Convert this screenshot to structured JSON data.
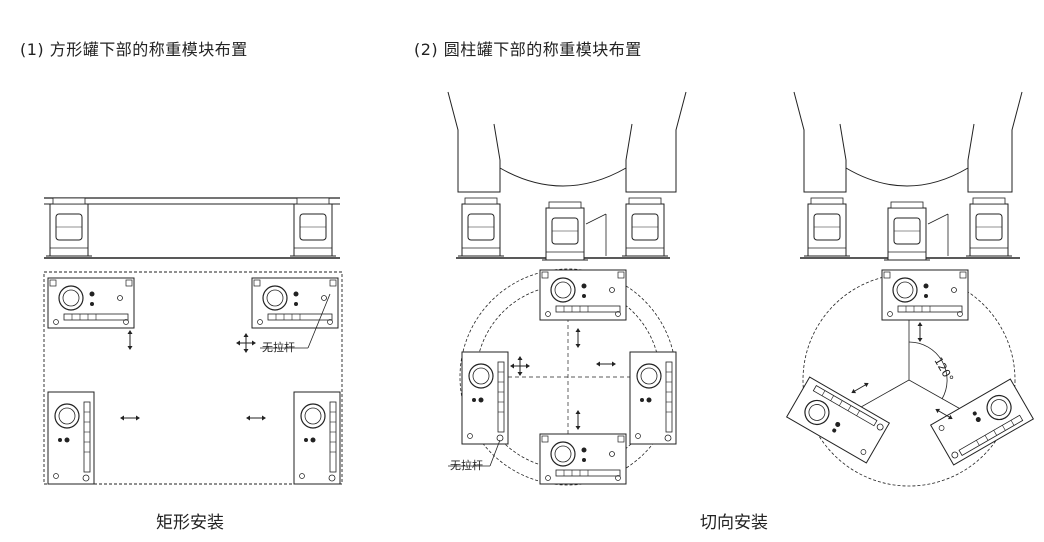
{
  "titles": {
    "square_tank": "(1) 方形罐下部的称重模块布置",
    "cylinder_tank": "(2) 圆柱罐下部的称重模块布置"
  },
  "captions": {
    "rectangular": "矩形安装",
    "tangential": "切向安装"
  },
  "labels": {
    "no_tie_rod_1": "无拉杆",
    "no_tie_rod_2": "无拉杆",
    "angle": "120°"
  }
}
